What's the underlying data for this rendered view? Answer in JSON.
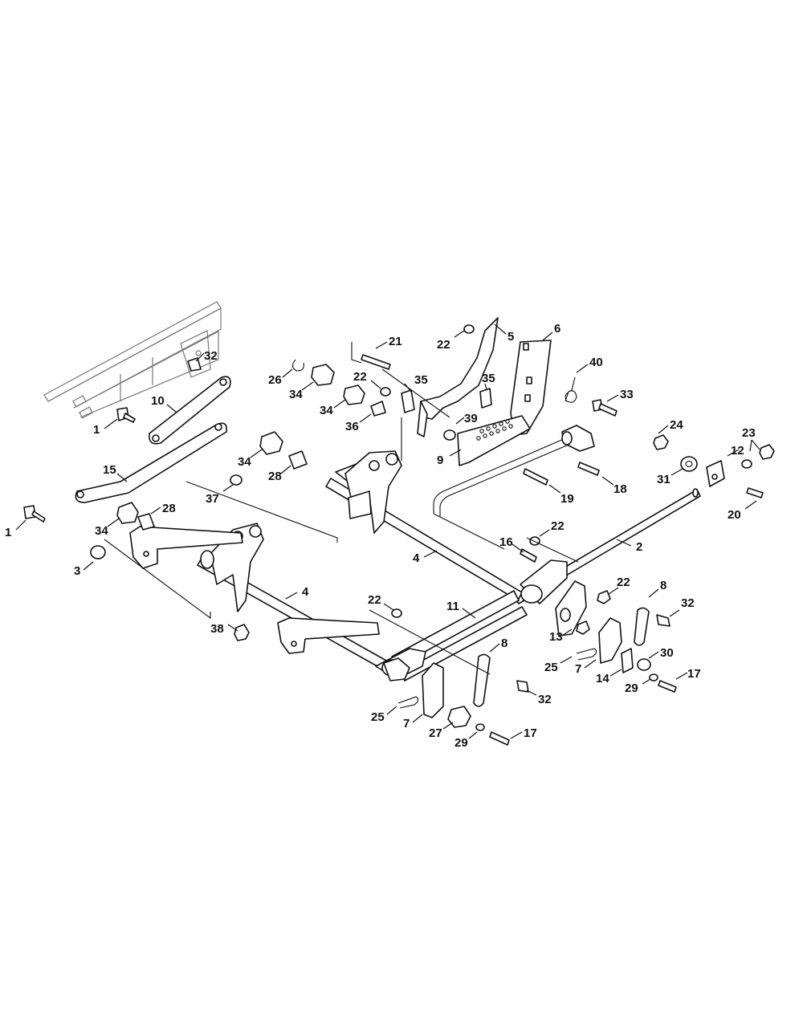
{
  "diagram": {
    "callouts": [
      {
        "id": "c1a",
        "label": "1"
      },
      {
        "id": "c1b",
        "label": "1"
      },
      {
        "id": "c2",
        "label": "2"
      },
      {
        "id": "c3",
        "label": "3"
      },
      {
        "id": "c4a",
        "label": "4"
      },
      {
        "id": "c4b",
        "label": "4"
      },
      {
        "id": "c5",
        "label": "5"
      },
      {
        "id": "c6",
        "label": "6"
      },
      {
        "id": "c7a",
        "label": "7"
      },
      {
        "id": "c7b",
        "label": "7"
      },
      {
        "id": "c8a",
        "label": "8"
      },
      {
        "id": "c8b",
        "label": "8"
      },
      {
        "id": "c9",
        "label": "9"
      },
      {
        "id": "c10",
        "label": "10"
      },
      {
        "id": "c11",
        "label": "11"
      },
      {
        "id": "c12",
        "label": "12"
      },
      {
        "id": "c13",
        "label": "13"
      },
      {
        "id": "c14",
        "label": "14"
      },
      {
        "id": "c15",
        "label": "15"
      },
      {
        "id": "c16",
        "label": "16"
      },
      {
        "id": "c17a",
        "label": "17"
      },
      {
        "id": "c17b",
        "label": "17"
      },
      {
        "id": "c18",
        "label": "18"
      },
      {
        "id": "c19",
        "label": "19"
      },
      {
        "id": "c20",
        "label": "20"
      },
      {
        "id": "c21",
        "label": "21"
      },
      {
        "id": "c22a",
        "label": "22"
      },
      {
        "id": "c22b",
        "label": "22"
      },
      {
        "id": "c22c",
        "label": "22"
      },
      {
        "id": "c22d",
        "label": "22"
      },
      {
        "id": "c22e",
        "label": "22"
      },
      {
        "id": "c23",
        "label": "23"
      },
      {
        "id": "c24",
        "label": "24"
      },
      {
        "id": "c25a",
        "label": "25"
      },
      {
        "id": "c25b",
        "label": "25"
      },
      {
        "id": "c26",
        "label": "26"
      },
      {
        "id": "c27",
        "label": "27"
      },
      {
        "id": "c28a",
        "label": "28"
      },
      {
        "id": "c28b",
        "label": "28"
      },
      {
        "id": "c29a",
        "label": "29"
      },
      {
        "id": "c29b",
        "label": "29"
      },
      {
        "id": "c30",
        "label": "30"
      },
      {
        "id": "c31",
        "label": "31"
      },
      {
        "id": "c32a",
        "label": "32"
      },
      {
        "id": "c32b",
        "label": "32"
      },
      {
        "id": "c32c",
        "label": "32"
      },
      {
        "id": "c33",
        "label": "33"
      },
      {
        "id": "c34a",
        "label": "34"
      },
      {
        "id": "c34b",
        "label": "34"
      },
      {
        "id": "c34c",
        "label": "34"
      },
      {
        "id": "c34d",
        "label": "34"
      },
      {
        "id": "c35a",
        "label": "35"
      },
      {
        "id": "c35b",
        "label": "35"
      },
      {
        "id": "c36",
        "label": "36"
      },
      {
        "id": "c37",
        "label": "37"
      },
      {
        "id": "c38",
        "label": "38"
      },
      {
        "id": "c39",
        "label": "39"
      },
      {
        "id": "c40",
        "label": "40"
      }
    ]
  }
}
